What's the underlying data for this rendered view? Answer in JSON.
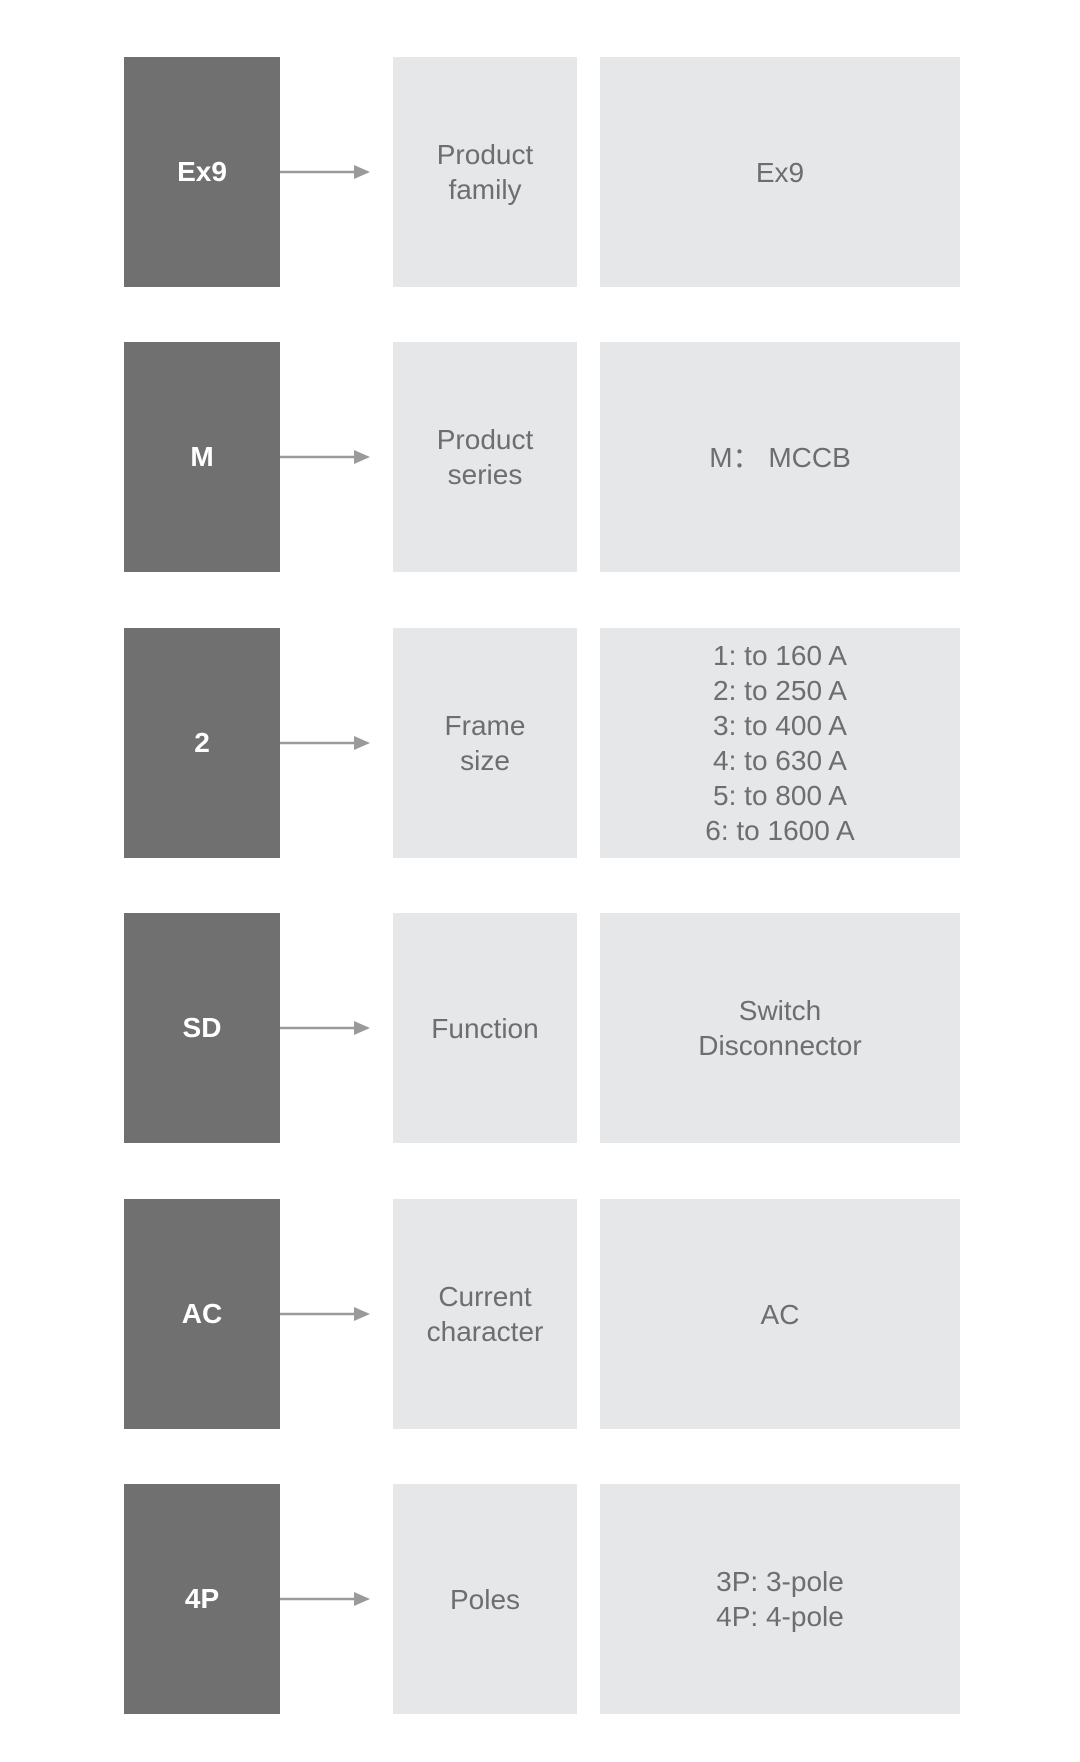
{
  "rows": [
    {
      "code": "Ex9",
      "label": "Product\nfamily",
      "value": "Ex9"
    },
    {
      "code": "M",
      "label": "Product\nseries",
      "value": "M： MCCB"
    },
    {
      "code": "2",
      "label": "Frame\nsize",
      "value": "1: to 160 A\n2: to 250 A\n3: to 400 A\n4: to 630 A\n5: to 800 A\n6: to 1600 A"
    },
    {
      "code": "SD",
      "label": "Function",
      "value": "Switch\nDisconnector"
    },
    {
      "code": "AC",
      "label": "Current\ncharacter",
      "value": "AC"
    },
    {
      "code": "4P",
      "label": "Poles",
      "value": "3P: 3-pole\n4P: 4-pole"
    }
  ],
  "colors": {
    "code_box": "#707070",
    "info_box": "#e6e7e8",
    "info_text": "#6d6e71",
    "arrow": "#9a9a9a"
  }
}
